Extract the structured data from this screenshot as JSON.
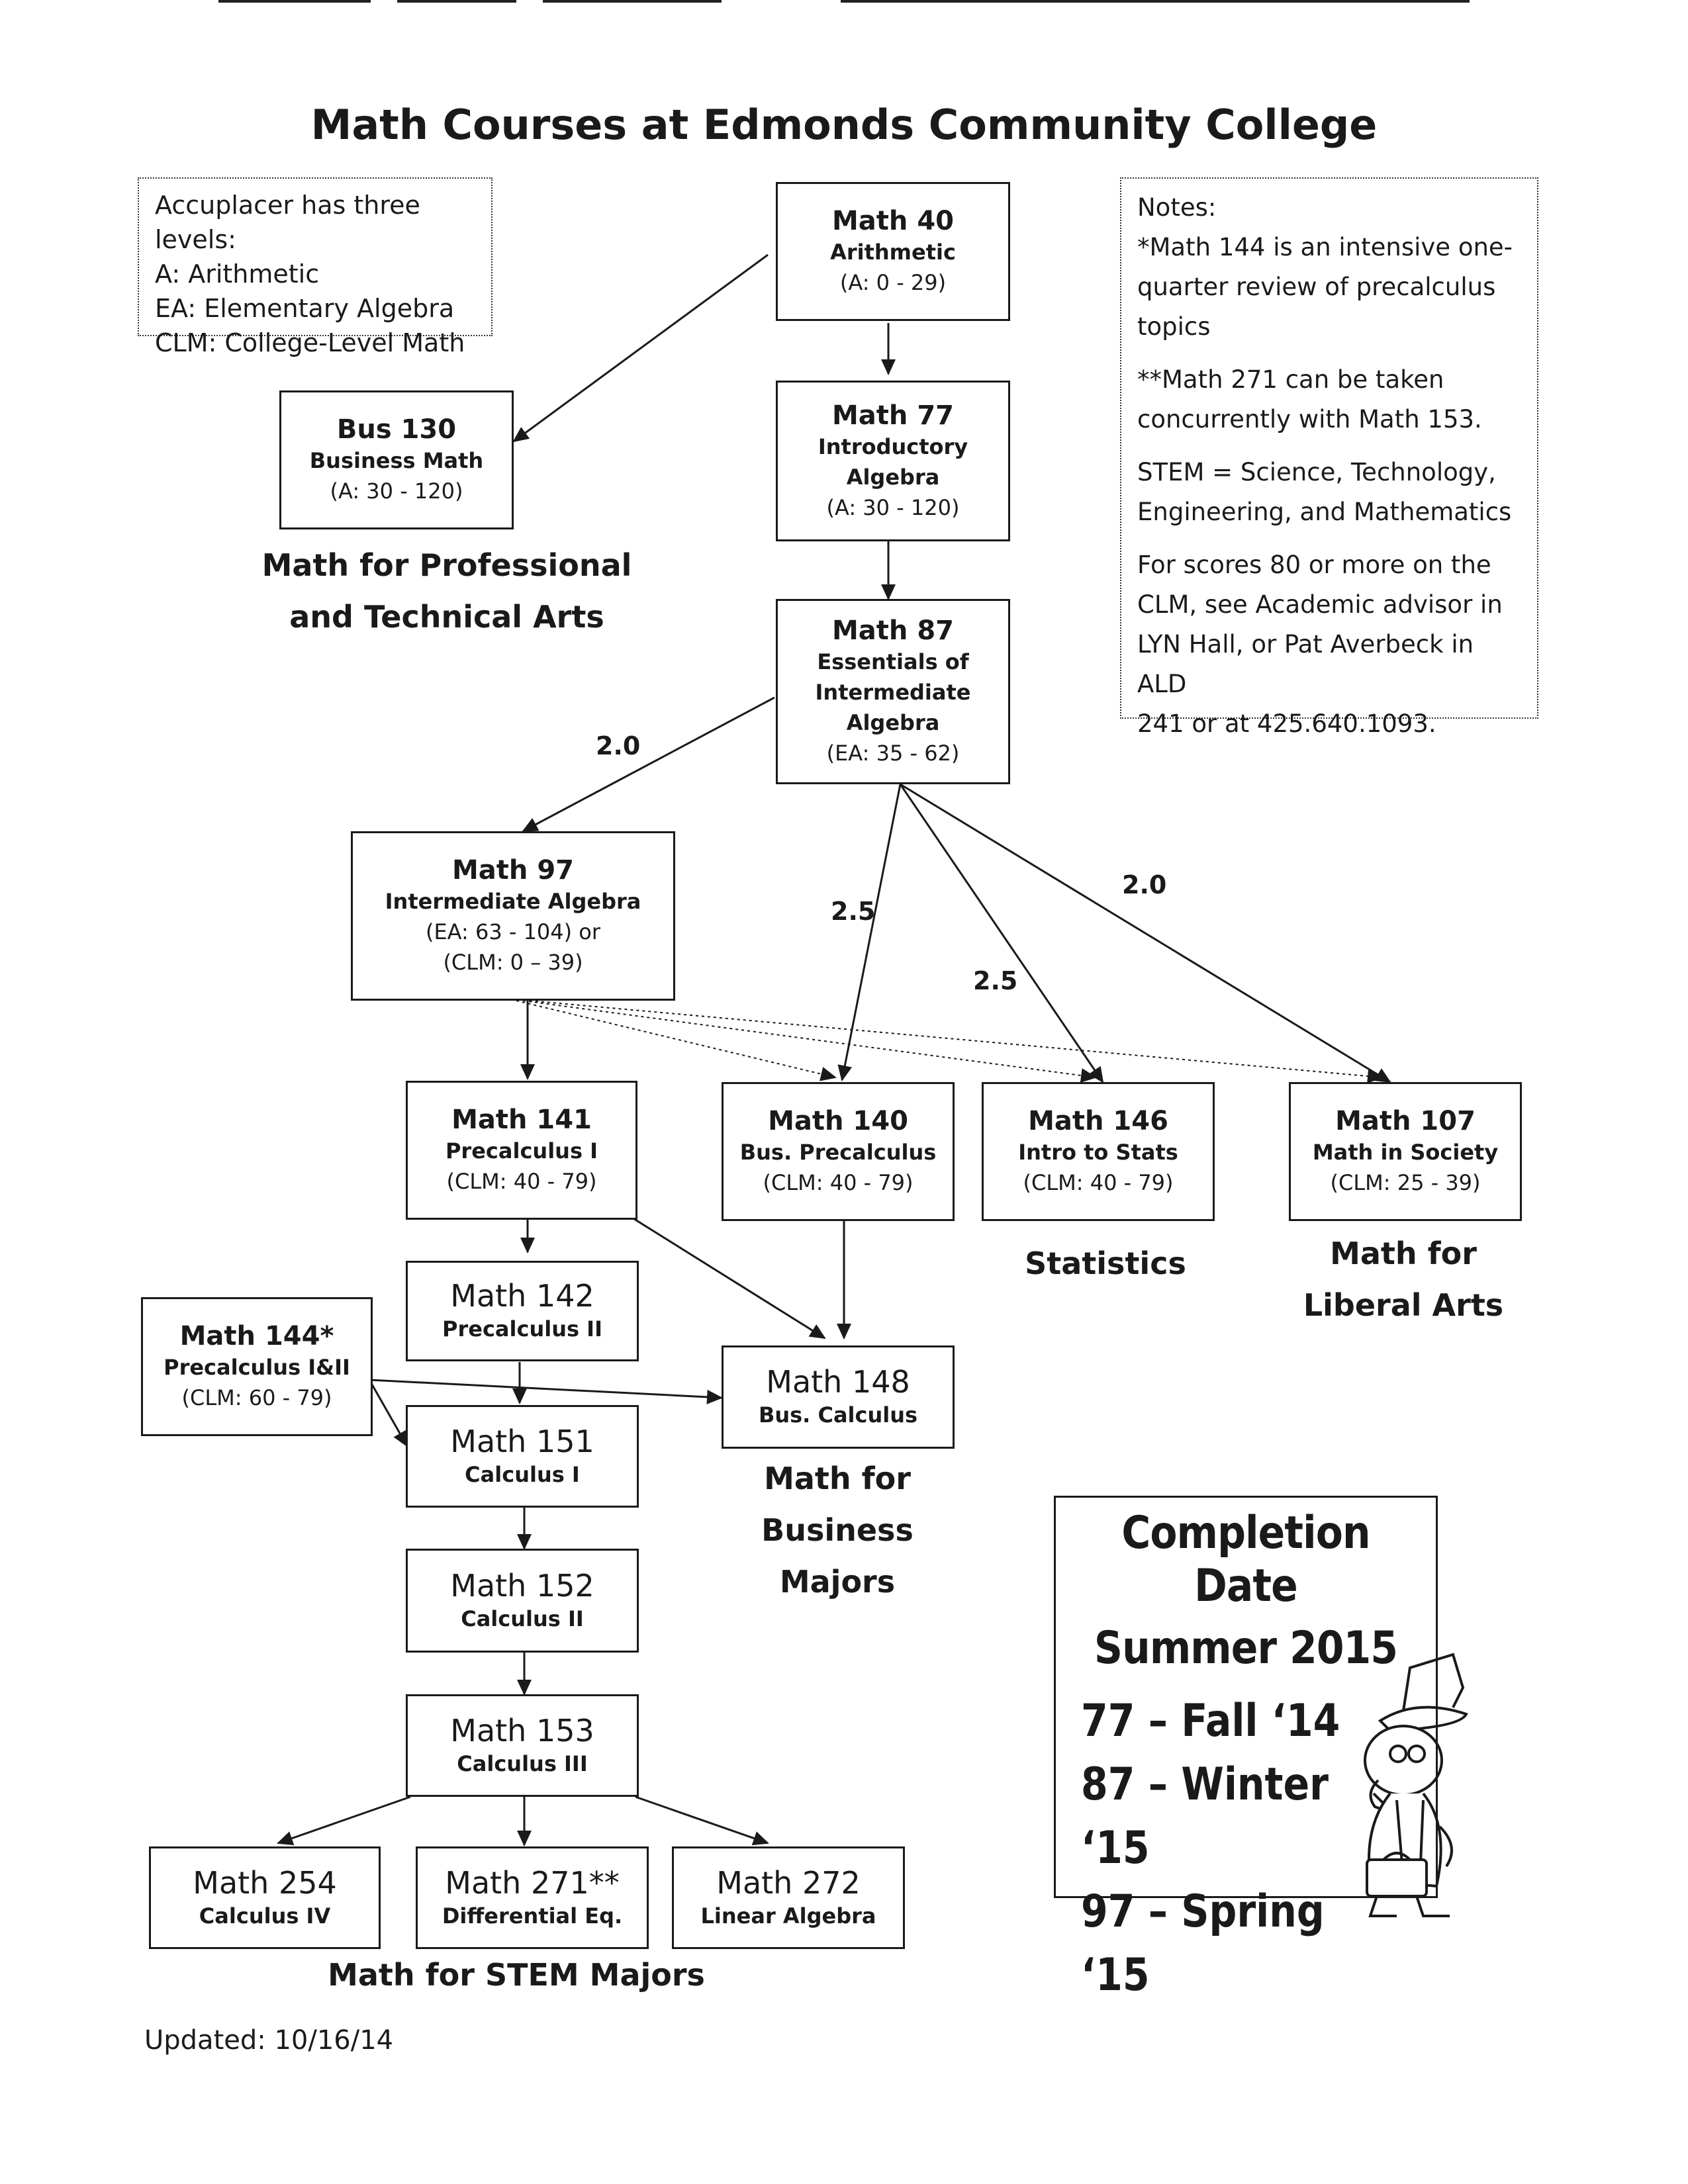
{
  "title": "Math Courses at Edmonds Community College",
  "legend": {
    "heading": "Accuplacer has three levels:",
    "items": [
      "A: Arithmetic",
      "EA: Elementary Algebra",
      "CLM: College-Level Math"
    ]
  },
  "notes": {
    "heading": "Notes:",
    "n1a": "*Math 144 is an intensive one-",
    "n1b": "quarter review of precalculus",
    "n1c": "topics",
    "n2a": "**Math 271 can be taken",
    "n2b": "concurrently with Math 153.",
    "n3a": "STEM = Science, Technology,",
    "n3b": "Engineering, and Mathematics",
    "n4a": "For scores 80 or more on the",
    "n4b": "CLM, see Academic advisor in",
    "n4c": "LYN Hall, or Pat Averbeck in ALD",
    "n4d": "241 or at 425.640.1093."
  },
  "courses": {
    "math40": {
      "code": "Math 40",
      "name": "Arithmetic",
      "range": "(A: 0 - 29)"
    },
    "bus130": {
      "code": "Bus 130",
      "name": "Business Math",
      "range": "(A: 30 - 120)"
    },
    "math77": {
      "code": "Math 77",
      "name1": "Introductory",
      "name2": "Algebra",
      "range": "(A: 30 - 120)"
    },
    "math87": {
      "code": "Math 87",
      "name1": "Essentials of",
      "name2": "Intermediate",
      "name3": "Algebra",
      "range": "(EA: 35 - 62)"
    },
    "math97": {
      "code": "Math 97",
      "name": "Intermediate Algebra",
      "range1": "(EA: 63 - 104) or",
      "range2": "(CLM: 0 – 39)"
    },
    "math141": {
      "code": "Math 141",
      "name": "Precalculus I",
      "range": "(CLM: 40 - 79)"
    },
    "math140": {
      "code": "Math 140",
      "name": "Bus. Precalculus",
      "range": "(CLM: 40 - 79)"
    },
    "math146": {
      "code": "Math 146",
      "name": "Intro to Stats",
      "range": "(CLM: 40 - 79)"
    },
    "math107": {
      "code": "Math 107",
      "name": "Math in Society",
      "range": "(CLM: 25 - 39)"
    },
    "math142": {
      "code": "Math 142",
      "name": "Precalculus II"
    },
    "math144": {
      "code": "Math 144*",
      "name": "Precalculus I&II",
      "range": "(CLM: 60 - 79)"
    },
    "math148": {
      "code": "Math 148",
      "name": "Bus. Calculus"
    },
    "math151": {
      "code": "Math 151",
      "name": "Calculus I"
    },
    "math152": {
      "code": "Math 152",
      "name": "Calculus II"
    },
    "math153": {
      "code": "Math 153",
      "name": "Calculus III"
    },
    "math254": {
      "code": "Math 254",
      "name": "Calculus IV"
    },
    "math271": {
      "code": "Math 271**",
      "name": "Differential Eq."
    },
    "math272": {
      "code": "Math 272",
      "name": "Linear Algebra"
    }
  },
  "captions": {
    "professional1": "Math for Professional",
    "professional2": "and Technical Arts",
    "statistics": "Statistics",
    "liberal1": "Math for",
    "liberal2": "Liberal Arts",
    "business1": "Math for",
    "business2": "Business",
    "business3": "Majors",
    "stem": "Math for STEM Majors"
  },
  "grades": {
    "g87to97": "2.0",
    "g87to140": "2.5",
    "g87to146": "2.5",
    "g87to107": "2.0"
  },
  "completion": {
    "line1": "Completion Date",
    "line2": "Summer 2015",
    "term77": "77 – Fall ‘14",
    "term87": "87 – Winter ‘15",
    "term97": "97 – Spring ‘15"
  },
  "updated": "Updated: 10/16/14",
  "colors": {
    "ink": "#1a1a1a",
    "paper": "#ffffff"
  }
}
